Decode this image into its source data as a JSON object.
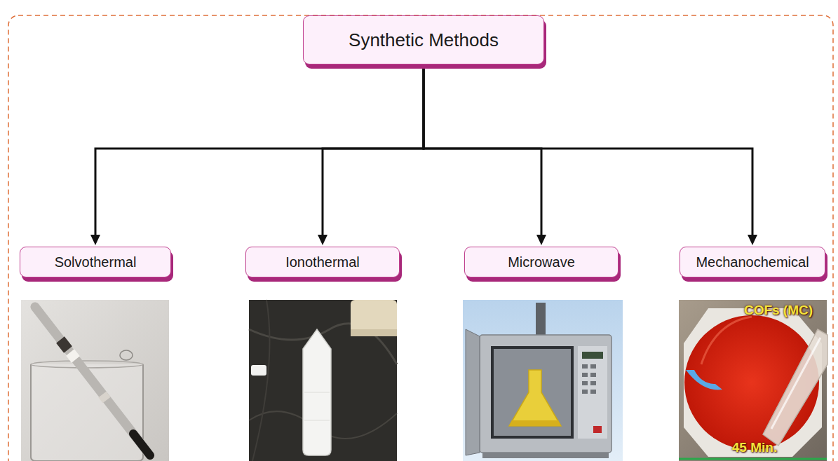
{
  "diagram": {
    "nodes": [
      {
        "text": [
          "Synthetic Methods"
        ]
      },
      {
        "text": [
          "Solvothermal"
        ]
      },
      {
        "text": [
          "Ionothermal"
        ]
      },
      {
        "text": [
          "Microwave"
        ]
      },
      {
        "text": [
          "Mechanochemical"
        ]
      }
    ],
    "edges": [
      {
        "from": 0,
        "to": 1,
        "arrow": "to"
      },
      {
        "from": 0,
        "to": 2,
        "arrow": "to"
      },
      {
        "from": 0,
        "to": 3,
        "arrow": "to"
      },
      {
        "from": 0,
        "to": 4,
        "arrow": "to"
      }
    ],
    "labels": [
      "COFs (MC)",
      "45 Min."
    ]
  }
}
